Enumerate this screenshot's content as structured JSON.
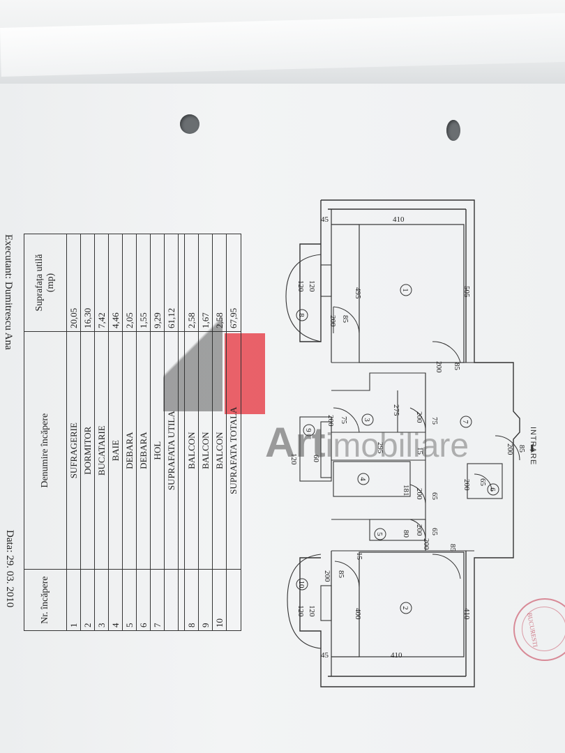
{
  "table": {
    "header_nr": "Nr. încăpere",
    "header_name": "Denumire încăpere",
    "header_area_1": "Suprafața utilă",
    "header_area_2": "(mp)",
    "rows": [
      {
        "nr": "1",
        "name": "SUFRAGERIE",
        "area": "20,05"
      },
      {
        "nr": "2",
        "name": "DORMITOR",
        "area": "16,30"
      },
      {
        "nr": "3",
        "name": "BUCATARIE",
        "area": "7,42"
      },
      {
        "nr": "4",
        "name": "BAIE",
        "area": "4,46"
      },
      {
        "nr": "5",
        "name": "DEBARA",
        "area": "2,05"
      },
      {
        "nr": "6",
        "name": "DEBARA",
        "area": "1,55"
      },
      {
        "nr": "7",
        "name": "HOL",
        "area": "9,29"
      },
      {
        "nr": "",
        "name": "SUPRAFATA UTILA",
        "area": "61,12"
      },
      {
        "nr": "8",
        "name": "BALCON",
        "area": "2,58"
      },
      {
        "nr": "9",
        "name": "BALCON",
        "area": "1,67"
      },
      {
        "nr": "10",
        "name": "BALCON",
        "area": "2,58"
      },
      {
        "nr": "",
        "name": "SUPRAFATA TOTALA",
        "area": "67,95"
      }
    ]
  },
  "footer": {
    "executant": "Executant: Dumitrescu Ana",
    "data": "Data: 29. 03. 2010"
  },
  "watermark": {
    "art": "Art",
    "imobiliare": "imobiliare"
  },
  "entrance": "INTRARE",
  "stamp_text": "BUCURESTI",
  "plan": {
    "room_labels": [
      "1",
      "2",
      "3",
      "4",
      "5",
      "6",
      "7",
      "8",
      "9",
      "10"
    ],
    "dims": {
      "d410a": "410",
      "d45a": "45",
      "d495": "495",
      "d505": "505",
      "d85a": "85",
      "d200a": "200",
      "d120a": "120",
      "d120b": "120",
      "d85b": "85",
      "d200b": "200",
      "d275": "275",
      "d200c": "200",
      "d75a": "75",
      "d75b": "75",
      "d200d": "200",
      "d295": "295",
      "d15a": "15",
      "d60": "60",
      "d120c": "120",
      "d85c": "85",
      "d200e": "200",
      "d65a": "65",
      "d200f": "200",
      "d181": "181",
      "d200g": "200",
      "d65b": "65",
      "d80": "80",
      "d200h": "200",
      "d65c": "65",
      "d200i": "200",
      "d85d": "85",
      "d15b": "15",
      "d85e": "85",
      "d200j": "200",
      "d400": "400",
      "d410b": "410",
      "d120d": "120",
      "d120e": "120",
      "d410c": "410",
      "d45b": "45",
      "d65d": "65",
      "d200k": "200"
    }
  }
}
